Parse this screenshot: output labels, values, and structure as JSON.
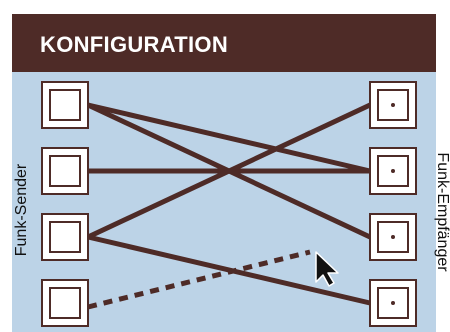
{
  "header": {
    "title": "KONFIGURATION"
  },
  "labels": {
    "left": "Funk-Sender",
    "right": "Funk-Empfänger"
  },
  "colors": {
    "panel": "#bcd3e7",
    "header": "#4e2b27",
    "connection": "#4e2b27",
    "box_border": "#4e2b27",
    "box_fill": "#ffffff"
  },
  "senders": [
    {
      "id": "sender-1"
    },
    {
      "id": "sender-2"
    },
    {
      "id": "sender-3"
    },
    {
      "id": "sender-4"
    }
  ],
  "receivers": [
    {
      "id": "receiver-1"
    },
    {
      "id": "receiver-2"
    },
    {
      "id": "receiver-3"
    },
    {
      "id": "receiver-4"
    }
  ],
  "connections": [
    {
      "from": 0,
      "to": 1,
      "style": "solid"
    },
    {
      "from": 0,
      "to": 2,
      "style": "solid"
    },
    {
      "from": 1,
      "to": 1,
      "style": "solid"
    },
    {
      "from": 2,
      "to": 0,
      "style": "solid"
    },
    {
      "from": 2,
      "to": 3,
      "style": "solid"
    }
  ],
  "pending_connection": {
    "from": 3,
    "style": "dashed",
    "pointer": "mouse-cursor-icon"
  }
}
